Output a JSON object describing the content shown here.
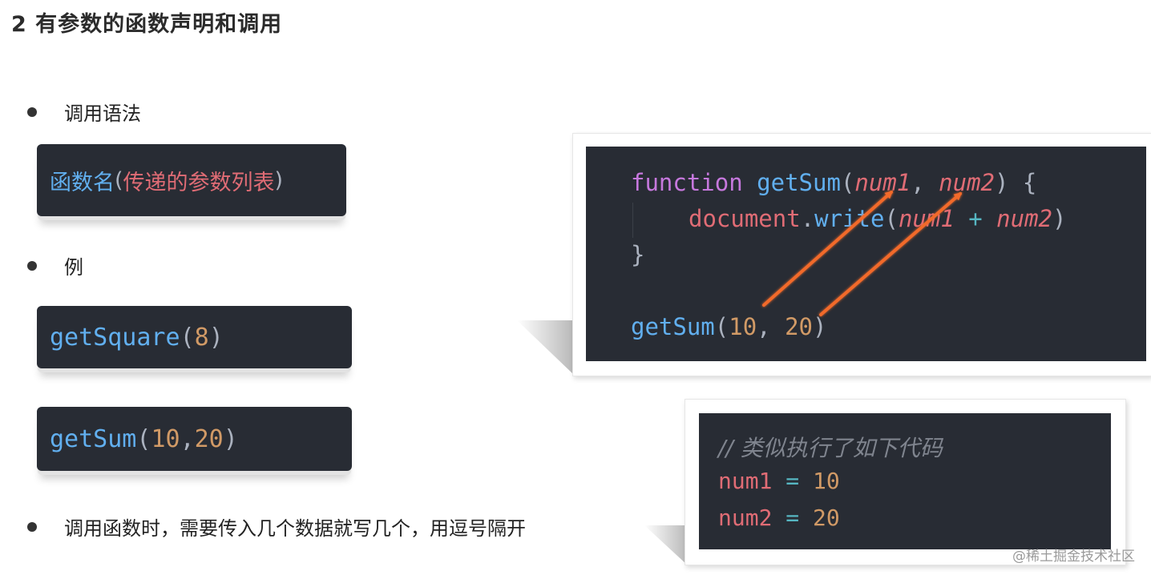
{
  "title": "2 有参数的函数声明和调用",
  "bullets": {
    "syntax": "调用语法",
    "example": "例",
    "note": "调用函数时，需要传入几个数据就写几个，用逗号隔开"
  },
  "syntax_box": {
    "fn": "函数名",
    "open": "(",
    "args": "传递的参数列表",
    "close": ")"
  },
  "example1": {
    "fn": "getSquare",
    "open": "(",
    "arg": "8",
    "close": ")"
  },
  "example2": {
    "fn": "getSum",
    "open": "(",
    "arg1": "10",
    "sep": ", ",
    "arg2": "20",
    "close": ")"
  },
  "main_code": {
    "l1_kw": "function",
    "l1_fn": "getSum",
    "l1_open": "(",
    "l1_p1": "num1",
    "l1_sep": ", ",
    "l1_p2": "num2",
    "l1_close": ") {",
    "l2_obj": "document",
    "l2_dot": ".",
    "l2_method": "write",
    "l2_open": "(",
    "l2_a": "num1",
    "l2_op": " + ",
    "l2_b": "num2",
    "l2_close": ")",
    "l3": "}",
    "l5_fn": "getSum",
    "l5_open": "(",
    "l5_a": "10",
    "l5_sep": ", ",
    "l5_b": "20",
    "l5_close": ")"
  },
  "equiv_code": {
    "comment": "// 类似执行了如下代码",
    "l2_var": "num1",
    "l2_eq": " = ",
    "l2_val": "10",
    "l3_var": "num2",
    "l3_eq": " = ",
    "l3_val": "20"
  },
  "watermark": "@稀土掘金技术社区",
  "colors": {
    "code_bg": "#282c34",
    "function_name": "#61afef",
    "number": "#d19a66",
    "param": "#e06c75",
    "keyword": "#c678dd",
    "arrow": "#f26a2a"
  }
}
